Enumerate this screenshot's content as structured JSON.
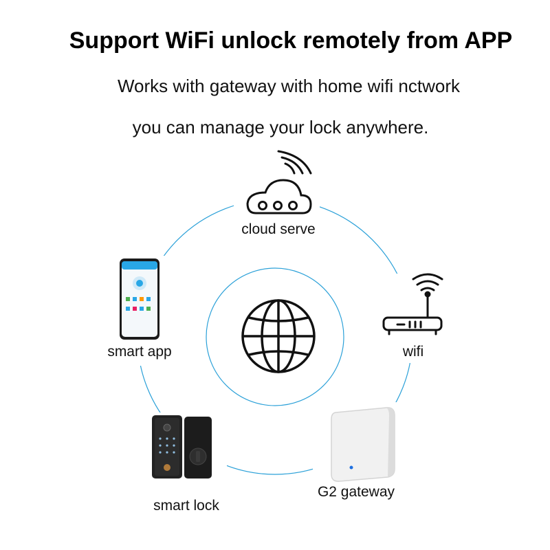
{
  "headline": "Support WiFi unlock remotely from APP",
  "subtitle_line1": "Works with gateway with home wifi nctwork",
  "subtitle_line2": "you can manage your lock anywhere.",
  "nodes": {
    "cloud": {
      "label": "cloud serve",
      "icon": "cloud-icon"
    },
    "wifi": {
      "label": "wifi",
      "icon": "router-icon"
    },
    "gateway": {
      "label": "G2 gateway",
      "icon": "gateway-device"
    },
    "lock": {
      "label": "smart lock",
      "icon": "smart-lock-device"
    },
    "app": {
      "label": "smart app",
      "icon": "smartphone-app"
    },
    "center": {
      "icon": "globe-icon"
    }
  },
  "colors": {
    "ring": "#2aa0d8",
    "icon_stroke": "#111111",
    "phone_screen": "#29a7e6",
    "gateway_led": "#1e6fe0"
  }
}
